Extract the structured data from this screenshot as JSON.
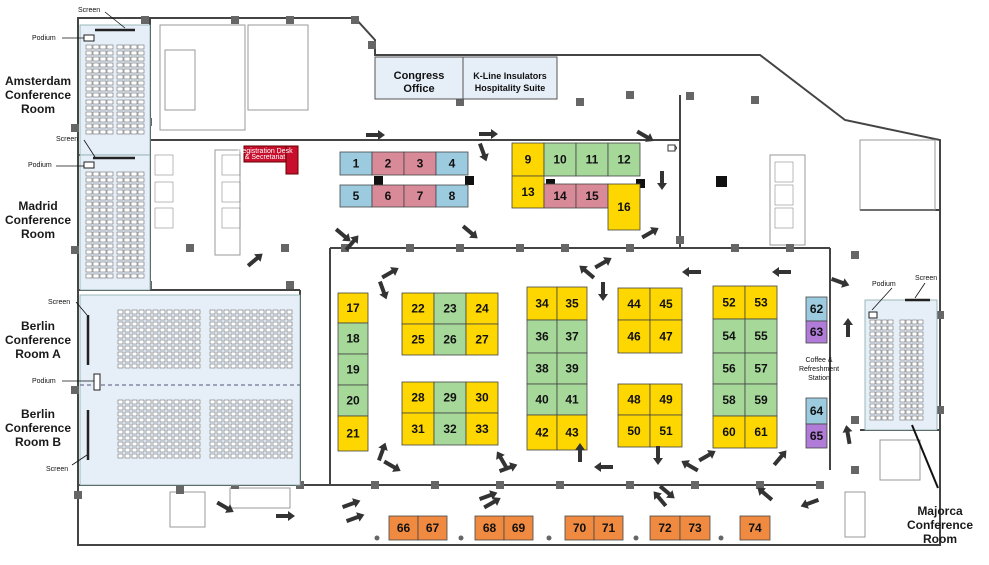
{
  "colors": {
    "yellow": "#ffd700",
    "green": "#a6d89a",
    "blue": "#9ccbe0",
    "pink": "#d98a98",
    "orange": "#f08a40",
    "purple": "#b07cd8",
    "room": "#e6eef8",
    "registration": "#c8102e"
  },
  "rooms": {
    "amsterdam": "Amsterdam Conference Room",
    "madrid": "Madrid Conference Room",
    "berlin_a": "Berlin Conference Room A",
    "berlin_b": "Berlin Conference Room B",
    "majorca": "Majorca Conference Room",
    "congress": "Congress Office",
    "kline": "K-Line Insulators Hospitality Suite"
  },
  "labels": {
    "screen": "Screen",
    "podium": "Podium",
    "registration_1": "Registration Desk",
    "registration_2": "& Secretariat",
    "coffee_1": "Coffee &",
    "coffee_2": "Refreshment",
    "coffee_3": "Station"
  },
  "booths": [
    {
      "id": "1",
      "color": "blue"
    },
    {
      "id": "2",
      "color": "pink"
    },
    {
      "id": "3",
      "color": "pink"
    },
    {
      "id": "4",
      "color": "blue"
    },
    {
      "id": "5",
      "color": "blue"
    },
    {
      "id": "6",
      "color": "pink"
    },
    {
      "id": "7",
      "color": "pink"
    },
    {
      "id": "8",
      "color": "blue"
    },
    {
      "id": "9",
      "color": "yellow"
    },
    {
      "id": "10",
      "color": "green"
    },
    {
      "id": "11",
      "color": "green"
    },
    {
      "id": "12",
      "color": "green"
    },
    {
      "id": "13",
      "color": "yellow"
    },
    {
      "id": "14",
      "color": "pink"
    },
    {
      "id": "15",
      "color": "pink"
    },
    {
      "id": "16",
      "color": "yellow"
    },
    {
      "id": "17",
      "color": "yellow"
    },
    {
      "id": "18",
      "color": "green"
    },
    {
      "id": "19",
      "color": "green"
    },
    {
      "id": "20",
      "color": "green"
    },
    {
      "id": "21",
      "color": "yellow"
    },
    {
      "id": "22",
      "color": "yellow"
    },
    {
      "id": "23",
      "color": "green"
    },
    {
      "id": "24",
      "color": "yellow"
    },
    {
      "id": "25",
      "color": "yellow"
    },
    {
      "id": "26",
      "color": "green"
    },
    {
      "id": "27",
      "color": "yellow"
    },
    {
      "id": "28",
      "color": "yellow"
    },
    {
      "id": "29",
      "color": "green"
    },
    {
      "id": "30",
      "color": "yellow"
    },
    {
      "id": "31",
      "color": "yellow"
    },
    {
      "id": "32",
      "color": "green"
    },
    {
      "id": "33",
      "color": "yellow"
    },
    {
      "id": "34",
      "color": "yellow"
    },
    {
      "id": "35",
      "color": "yellow"
    },
    {
      "id": "36",
      "color": "green"
    },
    {
      "id": "37",
      "color": "green"
    },
    {
      "id": "38",
      "color": "green"
    },
    {
      "id": "39",
      "color": "green"
    },
    {
      "id": "40",
      "color": "green"
    },
    {
      "id": "41",
      "color": "green"
    },
    {
      "id": "42",
      "color": "yellow"
    },
    {
      "id": "43",
      "color": "yellow"
    },
    {
      "id": "44",
      "color": "yellow"
    },
    {
      "id": "45",
      "color": "yellow"
    },
    {
      "id": "46",
      "color": "yellow"
    },
    {
      "id": "47",
      "color": "yellow"
    },
    {
      "id": "48",
      "color": "yellow"
    },
    {
      "id": "49",
      "color": "yellow"
    },
    {
      "id": "50",
      "color": "yellow"
    },
    {
      "id": "51",
      "color": "yellow"
    },
    {
      "id": "52",
      "color": "yellow"
    },
    {
      "id": "53",
      "color": "yellow"
    },
    {
      "id": "54",
      "color": "green"
    },
    {
      "id": "55",
      "color": "green"
    },
    {
      "id": "56",
      "color": "green"
    },
    {
      "id": "57",
      "color": "green"
    },
    {
      "id": "58",
      "color": "green"
    },
    {
      "id": "59",
      "color": "green"
    },
    {
      "id": "60",
      "color": "yellow"
    },
    {
      "id": "61",
      "color": "yellow"
    },
    {
      "id": "62",
      "color": "blue"
    },
    {
      "id": "63",
      "color": "purple"
    },
    {
      "id": "64",
      "color": "blue"
    },
    {
      "id": "65",
      "color": "purple"
    },
    {
      "id": "66",
      "color": "orange"
    },
    {
      "id": "67",
      "color": "orange"
    },
    {
      "id": "68",
      "color": "orange"
    },
    {
      "id": "69",
      "color": "orange"
    },
    {
      "id": "70",
      "color": "orange"
    },
    {
      "id": "71",
      "color": "orange"
    },
    {
      "id": "72",
      "color": "orange"
    },
    {
      "id": "73",
      "color": "orange"
    },
    {
      "id": "74",
      "color": "orange"
    }
  ]
}
